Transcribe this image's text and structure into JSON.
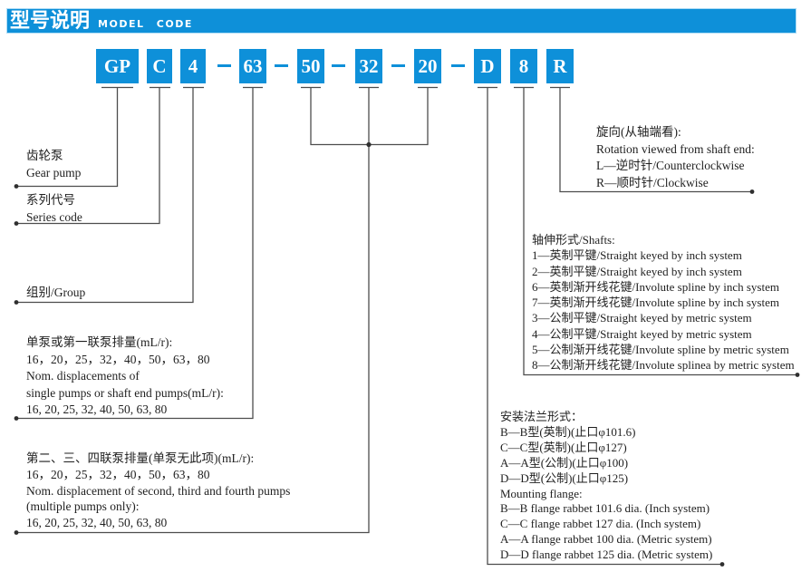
{
  "header": {
    "title_cn": "型号说明",
    "title_en": "MODEL CODE"
  },
  "model_code": {
    "segments": [
      "GP",
      "C",
      "4",
      "63",
      "50",
      "32",
      "20",
      "D",
      "8",
      "R"
    ],
    "separator": "—"
  },
  "labels": {
    "gear_pump": {
      "cn": "齿轮泵",
      "en": "Gear pump"
    },
    "series_code": {
      "cn": "系列代号",
      "en": "Series code"
    },
    "group": {
      "text": "组别/Group"
    },
    "displacement_single": {
      "lines": [
        "单泵或第一联泵排量(mL/r):",
        "16，20，25，32，40，50，63，80",
        "Nom. displacements of",
        "single pumps or shaft end pumps(mL/r):",
        "16, 20, 25, 32, 40, 50, 63, 80"
      ]
    },
    "displacement_multi": {
      "lines": [
        "第二、三、四联泵排量(单泵无此项)(mL/r):",
        "16，20，25，32，40，50，63，80",
        "Nom. displacement of second, third and fourth pumps",
        "(multiple pumps only):",
        "16, 20, 25, 32, 40, 50, 63, 80"
      ]
    },
    "rotation": {
      "lines": [
        "旋向(从轴端看):",
        "Rotation viewed from shaft end:",
        "L—逆时针/Counterclockwise",
        "R—顺时针/Clockwise"
      ]
    },
    "shafts": {
      "lines": [
        "轴伸形式/Shafts:",
        "1—英制平键/Straight keyed by inch system",
        "2—英制平键/Straight keyed by inch system",
        "6—英制渐开线花键/Involute spline by inch system",
        "7—英制渐开线花键/Involute spline by inch system",
        "3—公制平键/Straight keyed by metric system",
        "4—公制平键/Straight keyed by metric system",
        "5—公制渐开线花键/Involute spline by metric system",
        "8—公制渐开线花键/Involute splinea by metric system"
      ]
    },
    "flange": {
      "lines": [
        "安装法兰形式：",
        "B—B型(英制)(止口φ101.6)",
        "C—C型(英制)(止口φ127)",
        "A—A型(公制)(止口φ100)",
        "D—D型(公制)(止口φ125)",
        "Mounting flange:",
        "B—B flange rabbet 101.6 dia. (Inch system)",
        "C—C flange rabbet 127 dia. (Inch system)",
        "A—A flange rabbet 100 dia. (Metric system)",
        "D—D flange rabbet 125 dia. (Metric system)"
      ]
    }
  },
  "colors": {
    "accent_blue": "#0e90d9",
    "line_gray": "#4d4d4d",
    "text": "#1f1f1f"
  }
}
